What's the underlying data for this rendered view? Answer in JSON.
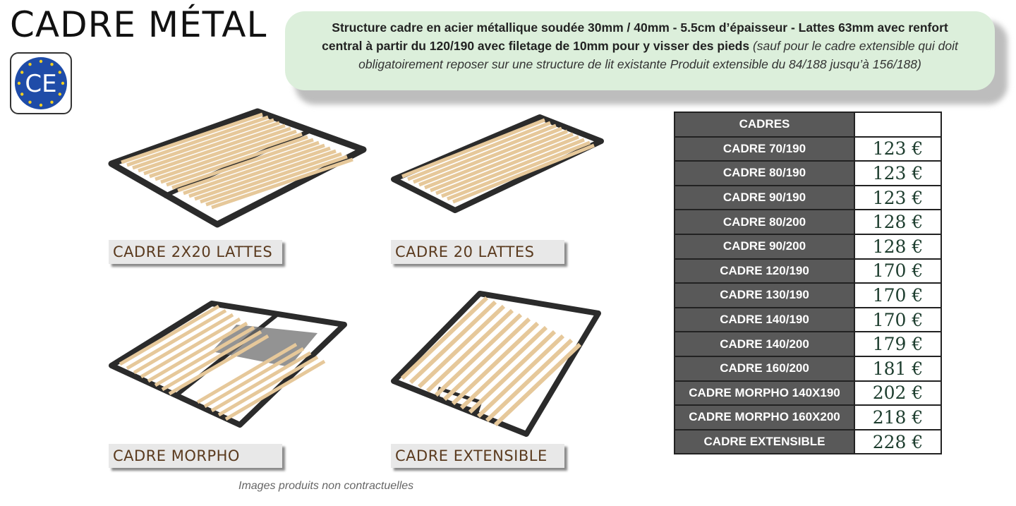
{
  "header": {
    "title": "CADRE MÉTAL",
    "ce_mark": "CE"
  },
  "description": {
    "bold_line1": "Structure cadre en acier métallique soudée 30mm / 40mm  - 5.5cm d’épaisseur - Lattes 63mm avec renfort",
    "bold_line2": "central à partir du 120/190 avec filetage de 10mm pour y visser des pieds",
    "italic_text": "(sauf pour le cadre extensible qui doit obligatoirement reposer sur une structure de lit existante Produit extensible du 84/188 jusqu’à 156/188)"
  },
  "products": [
    {
      "label": "CADRE 2X20 LATTES",
      "image": "double-slatted-frame"
    },
    {
      "label": "CADRE 20 LATTES",
      "image": "single-slatted-frame"
    },
    {
      "label": "CADRE MORPHO",
      "image": "morpho-frame"
    },
    {
      "label": "CADRE EXTENSIBLE",
      "image": "extensible-frame"
    }
  ],
  "disclaimer": "Images produits non contractuelles",
  "price_table": {
    "header": "CADRES",
    "rows": [
      {
        "name": "CADRE 70/190",
        "price": "123 €"
      },
      {
        "name": "CADRE 80/190",
        "price": "123 €"
      },
      {
        "name": "CADRE 90/190",
        "price": "123 €"
      },
      {
        "name": "CADRE 80/200",
        "price": "128 €"
      },
      {
        "name": "CADRE 90/200",
        "price": "128 €"
      },
      {
        "name": "CADRE 120/190",
        "price": "170 €"
      },
      {
        "name": "CADRE 130/190",
        "price": "170 €"
      },
      {
        "name": "CADRE 140/190",
        "price": "170 €"
      },
      {
        "name": "CADRE 140/200",
        "price": "179 €"
      },
      {
        "name": "CADRE 160/200",
        "price": "181 €"
      },
      {
        "name": "CADRE MORPHO 140X190",
        "price": "202 €"
      },
      {
        "name": "CADRE MORPHO 160X200",
        "price": "218 €"
      },
      {
        "name": "CADRE EXTENSIBLE",
        "price": "228 €"
      }
    ]
  },
  "colors": {
    "description_bg": "#dcefdb",
    "table_label_bg": "#595959",
    "label_text": "#5a3a1e",
    "price_text": "#1d3d2e",
    "ce_blue": "#1f4ca8",
    "ce_stars": "#f5d020",
    "slat_wood": "#e6c89a",
    "frame_metal": "#2b2b2b"
  }
}
